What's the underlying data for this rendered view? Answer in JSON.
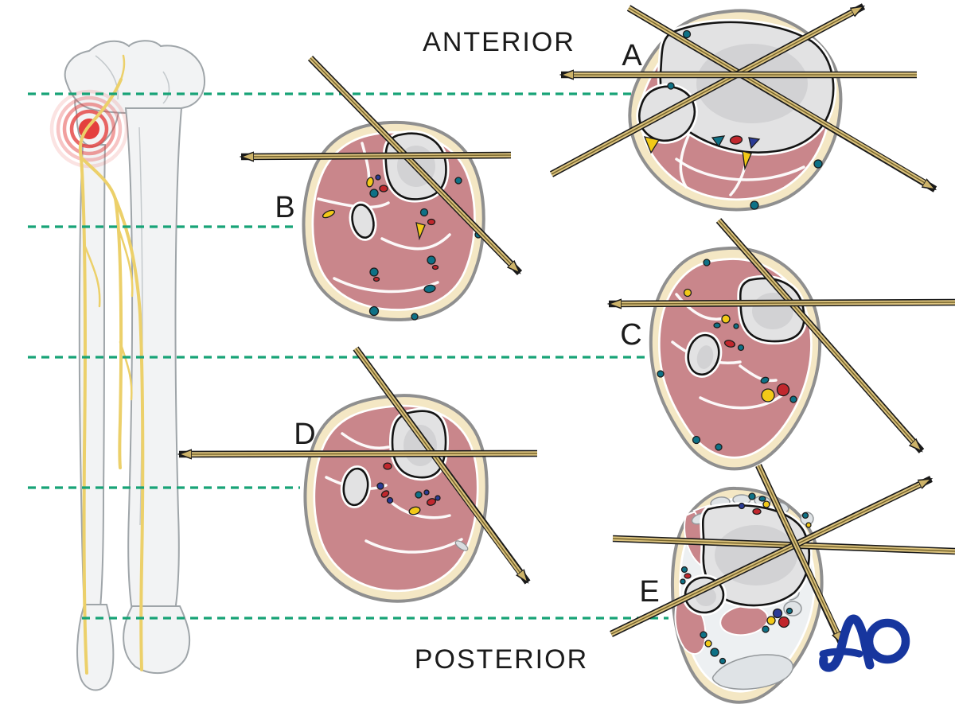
{
  "figure": {
    "orientation_top": "ANTERIOR",
    "orientation_bottom": "POSTERIOR",
    "sections": [
      {
        "label": "A"
      },
      {
        "label": "B"
      },
      {
        "label": "C"
      },
      {
        "label": "D"
      },
      {
        "label": "E"
      }
    ],
    "logo": {
      "text": "AO"
    },
    "colors": {
      "level_line_teal": "#18a377",
      "pin_gold": "#dcc37e",
      "muscle_pink": "#c9868b",
      "subcutaneous_fat": "#f4e7c4",
      "bone_gray": "#e2e2e3",
      "vein_teal": "#0e7186",
      "artery_red": "#c1272d",
      "nerve_yellow": "#f2c918",
      "deep_vein_navy": "#2a3b96",
      "logo_blue": "#17369e",
      "injury_marker_red": "#e4403e"
    }
  }
}
